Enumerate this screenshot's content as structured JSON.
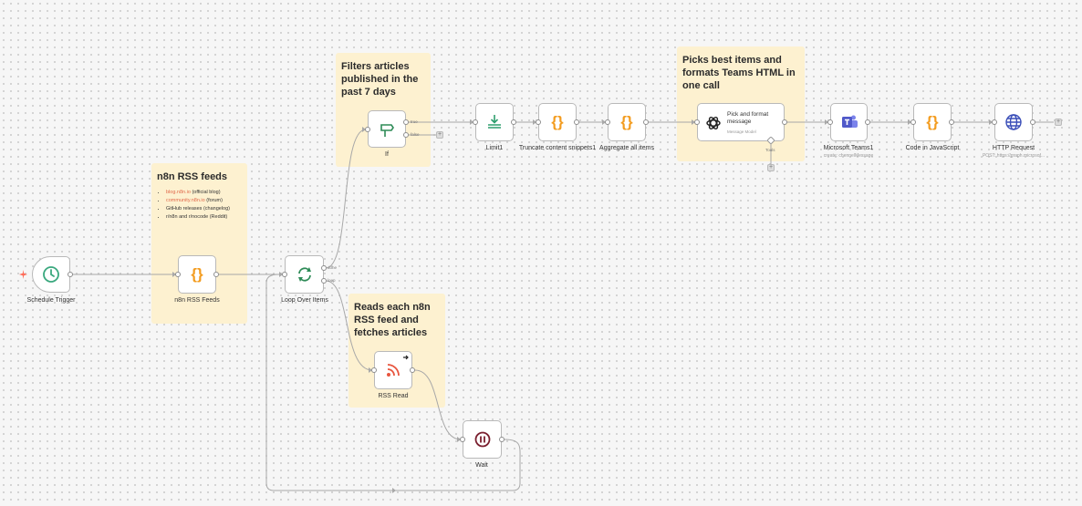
{
  "stickies": {
    "rss_feeds": {
      "title": "n8n RSS feeds",
      "items": [
        {
          "link": "blog.n8n.io",
          "rest": " (official blog)"
        },
        {
          "link": "community.n8n.io",
          "rest": " (forum)"
        },
        {
          "link": "",
          "rest": "GitHub releases (changelog)"
        },
        {
          "link": "",
          "rest": "r/n8n and r/nocode (Reddit)"
        }
      ]
    },
    "filters": {
      "title": "Filters articles published in the past 7 days"
    },
    "reads": {
      "title": "Reads each n8n RSS feed and fetches articles"
    },
    "picks": {
      "title": "Picks best items and formats Teams HTML in one call"
    }
  },
  "nodes": {
    "schedule": {
      "label": "Schedule Trigger",
      "icon": "clock-icon",
      "color": "#3aa87e"
    },
    "rss_feeds": {
      "label": "n8n RSS Feeds",
      "icon": "code-braces-icon",
      "color": "#f39c1f"
    },
    "loop": {
      "label": "Loop Over Items",
      "icon": "loop-arrows-icon",
      "color": "#2e8b57",
      "out_done": "done",
      "out_loop": "loop"
    },
    "if": {
      "label": "If",
      "icon": "signpost-icon",
      "color": "#2e8b57",
      "out_true": "true",
      "out_false": "false"
    },
    "limit": {
      "label": "Limit1",
      "icon": "limit-icon",
      "color": "#2e9e6e"
    },
    "truncate": {
      "label": "Truncate content snippets1",
      "icon": "code-braces-icon",
      "color": "#f39c1f"
    },
    "aggregate": {
      "label": "Aggregate all items",
      "icon": "code-braces-icon",
      "color": "#f39c1f"
    },
    "ai": {
      "title": "Pick and format message",
      "subtitle": "Message Model",
      "tools": "Tools",
      "icon": "openai-icon"
    },
    "teams": {
      "label": "Microsoft Teams1",
      "sub": "create: chennelMessage",
      "icon": "teams-icon",
      "color": "#5059c9"
    },
    "code_js": {
      "label": "Code in JavaScript",
      "icon": "code-braces-icon",
      "color": "#f39c1f"
    },
    "http": {
      "label": "HTTP Request",
      "sub": "POST: https://graph.microsof...",
      "icon": "globe-icon",
      "color": "#3b4fb8"
    },
    "rss_read": {
      "label": "RSS Read",
      "icon": "rss-icon",
      "color": "#e8553e"
    },
    "wait": {
      "label": "Wait",
      "icon": "pause-icon",
      "color": "#7a1f2e"
    }
  }
}
